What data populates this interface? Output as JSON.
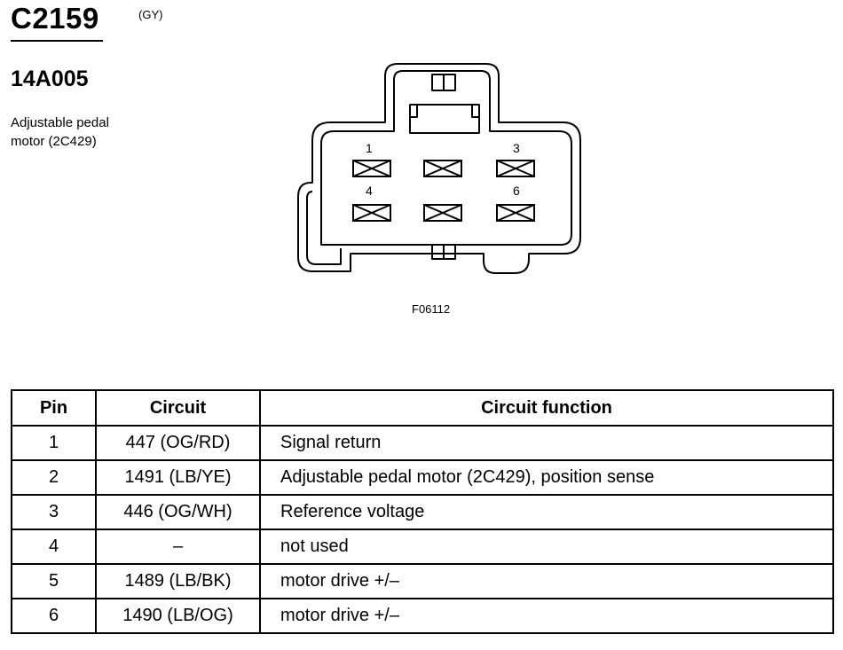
{
  "header": {
    "connector": "C2159",
    "color_code": "(GY)",
    "part_number": "14A005",
    "description_line1": "Adjustable pedal",
    "description_line2": "motor (2C429)"
  },
  "diagram": {
    "pin_labels": [
      "1",
      "3",
      "4",
      "6"
    ],
    "figure_id": "F06112"
  },
  "table": {
    "headers": [
      "Pin",
      "Circuit",
      "Circuit function"
    ],
    "rows": [
      {
        "pin": "1",
        "circuit": "447 (OG/RD)",
        "function": "Signal return"
      },
      {
        "pin": "2",
        "circuit": "1491 (LB/YE)",
        "function": "Adjustable pedal motor (2C429), position sense"
      },
      {
        "pin": "3",
        "circuit": "446 (OG/WH)",
        "function": "Reference voltage"
      },
      {
        "pin": "4",
        "circuit": "–",
        "function": "not used"
      },
      {
        "pin": "5",
        "circuit": "1489 (LB/BK)",
        "function": "motor drive +/–"
      },
      {
        "pin": "6",
        "circuit": "1490 (LB/OG)",
        "function": "motor drive +/–"
      }
    ]
  }
}
